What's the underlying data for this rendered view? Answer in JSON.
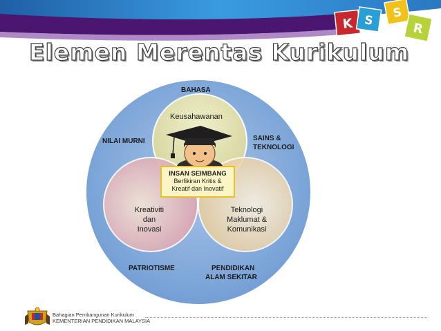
{
  "title": "Elemen Merentas Kurikulum",
  "logo_letters": [
    "K",
    "S",
    "S",
    "R"
  ],
  "diagram": {
    "outer_labels": {
      "top": "BAHASA",
      "left": "NILAI MURNI",
      "right_line1": "SAINS &",
      "right_line2": "TEKNOLOGI",
      "bottom_left": "PATRIOTISME",
      "bottom_right_line1": "PENDIDIKAN",
      "bottom_right_line2": "ALAM SEKITAR"
    },
    "circles": {
      "top": "Keusahawanan",
      "left_line1": "Kreativiti",
      "left_line2": "dan",
      "left_line3": "Inovasi",
      "right_line1": "Teknologi",
      "right_line2": "Maklumat &",
      "right_line3": "Komunikasi"
    },
    "center": {
      "heading": "INSAN SEIMBANG",
      "line1": "Berfikiran Kritis &",
      "line2": "Kreatif dan Inovatif"
    }
  },
  "footer": {
    "line1": "Bahagian Pembangunan Kurikulum",
    "line2": "KEMENTERIAN PENDIDIKAN MALAYSIA"
  },
  "colors": {
    "banner_purple": "#4a1670",
    "banner_blue": "#2c83c9",
    "outer_circle": "#7fa8d9",
    "top_circle": "#e6e3a6",
    "left_circle": "#e0a9b6",
    "right_circle": "#e9d3a6",
    "center_box": "#fbf4c4"
  }
}
